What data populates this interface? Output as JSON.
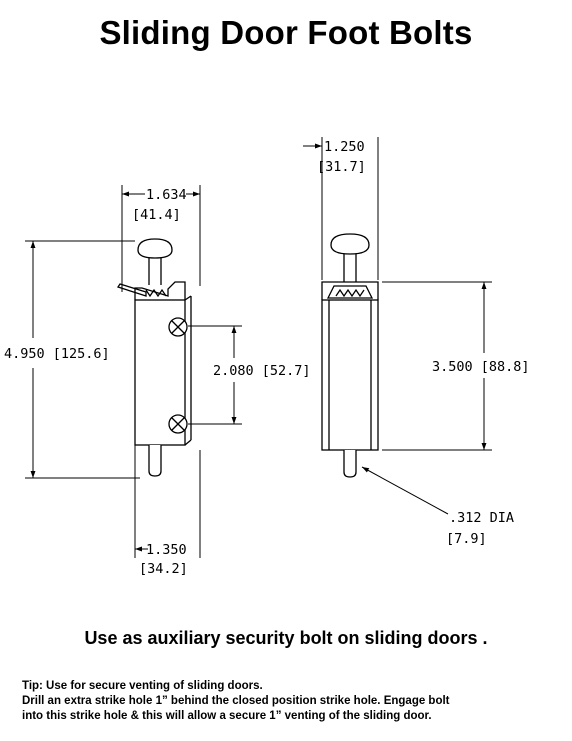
{
  "title": "Sliding Door Foot Bolts",
  "caption": "Use as auxiliary security bolt on sliding doors .",
  "tip_lines": [
    "Tip: Use for secure venting of sliding doors.",
    "Drill an extra strike hole 1” behind the closed position strike hole. Engage bolt",
    "into this strike hole & this will allow a secure 1” venting of the sliding door."
  ],
  "dimensions": {
    "front_width": "1.634",
    "front_width_mm": "[41.4]",
    "front_height": "4.950 [125.6]",
    "screw_spacing": "2.080 [52.7]",
    "base_width": "1.350",
    "base_width_mm": "[34.2]",
    "side_width": "1.250",
    "side_width_mm": "[31.7]",
    "side_height": "3.500 [88.8]",
    "pin_dia": ".312 DIA",
    "pin_dia_mm": "[7.9]"
  }
}
